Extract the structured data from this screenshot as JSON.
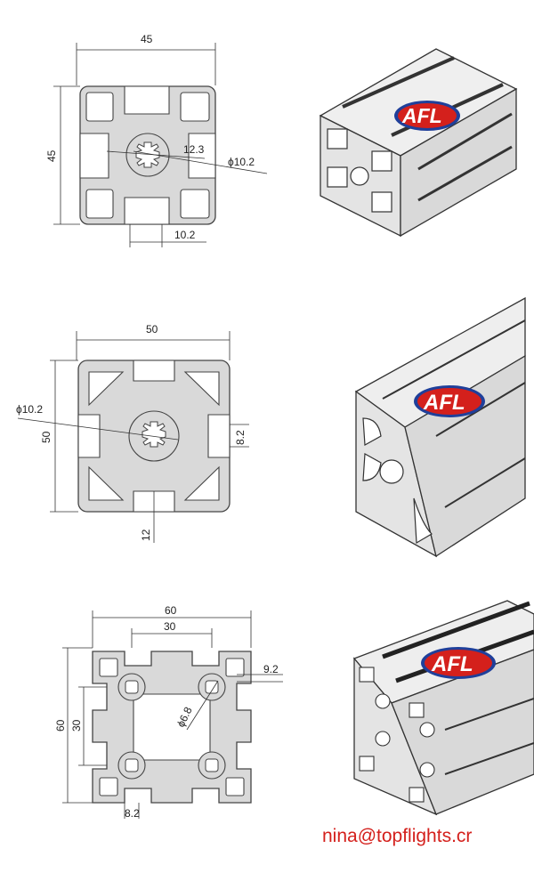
{
  "colors": {
    "profile_fill": "#d9d9d9",
    "profile_stroke": "#444444",
    "logo_red": "#d4201c",
    "logo_blue": "#1f3f9a",
    "email": "#d4201c"
  },
  "brand": {
    "logo_text": "AFL"
  },
  "contact": {
    "email": "nina@topflights.cr"
  },
  "profiles": [
    {
      "width_label": "45",
      "height_label": "45",
      "bore_label": "12.3",
      "diameter_label": "ϕ10.2",
      "slot_label": "10.2"
    },
    {
      "width_label": "50",
      "height_label": "50",
      "diameter_label": "ϕ10.2",
      "slot_side_label": "8.2",
      "slot_bottom_label": "12"
    },
    {
      "width_label": "60",
      "inner_width_label": "30",
      "height_label": "60",
      "inner_height_label": "30",
      "diameter_label": "ϕ6.8",
      "slot_side_label": "9.2",
      "slot_bottom_label": "8.2"
    }
  ]
}
